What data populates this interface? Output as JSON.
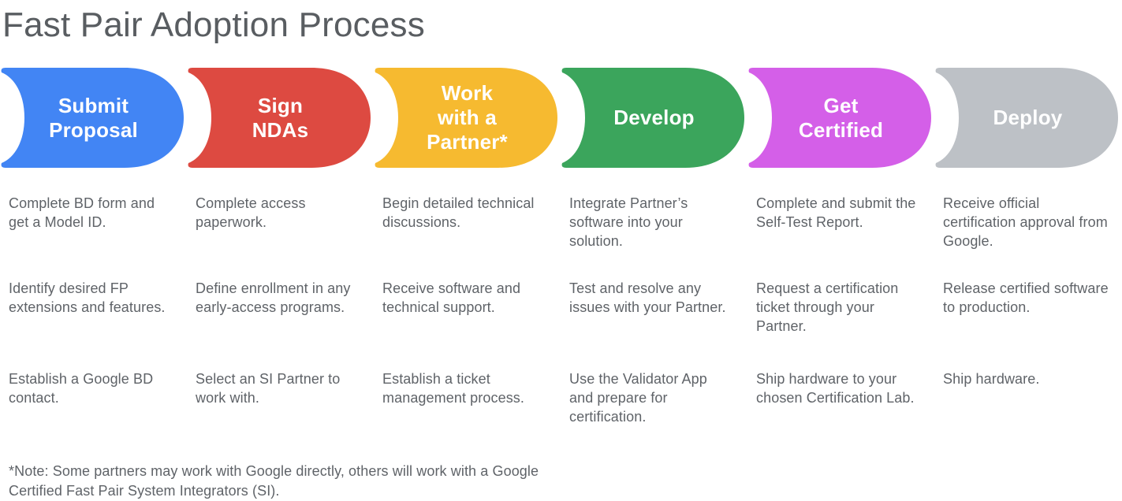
{
  "title": "Fast Pair Adoption Process",
  "stages": [
    {
      "label": "Submit\nProposal",
      "color": "#4285f4",
      "steps": [
        "Complete BD form and get a Model ID.",
        "Identify desired FP extensions and features.",
        "Establish a Google BD contact."
      ]
    },
    {
      "label": "Sign\nNDAs",
      "color": "#dd4a41",
      "steps": [
        "Complete access paperwork.",
        "Define enrollment in any early-access programs.",
        "Select an SI Partner to work with."
      ]
    },
    {
      "label": "Work\nwith a\nPartner*",
      "color": "#f6ba30",
      "steps": [
        "Begin detailed technical discussions.",
        "Receive software and technical support.",
        "Establish a ticket management process."
      ]
    },
    {
      "label": "Develop",
      "color": "#3ba55c",
      "steps": [
        "Integrate Partner’s software into your solution.",
        "Test and resolve any issues with your Partner.",
        "Use the Validator App and prepare for certification."
      ]
    },
    {
      "label": "Get\nCertified",
      "color": "#d45fe8",
      "steps": [
        "Complete and submit the Self-Test Report.",
        "Request a certification ticket through your Partner.",
        "Ship hardware to your chosen Certification Lab."
      ]
    },
    {
      "label": "Deploy",
      "color": "#bdc1c6",
      "steps": [
        "Receive official certification approval from Google.",
        "Release certified software to production.",
        "Ship hardware."
      ]
    }
  ],
  "footnote": "*Note: Some partners may work with Google directly, others will work with a Google Certified Fast Pair System Integrators (SI)."
}
